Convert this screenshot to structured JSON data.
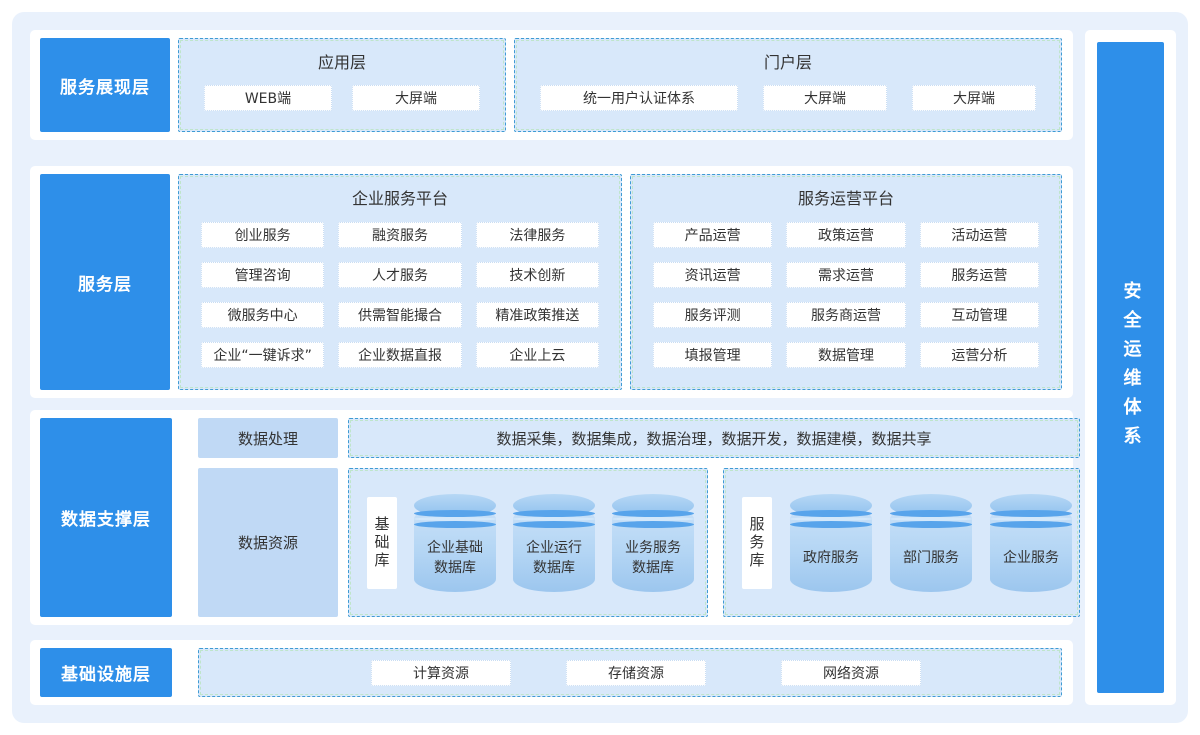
{
  "colors": {
    "accent_blue": "#2e8fe9",
    "panel_bg": "#e9f1fc",
    "dashed_border_blue": "#3f9bd4",
    "dashed_border_green": "#bfe5cb",
    "dashed_fill": "#d8e8fa",
    "sub_fill": "#c0d9f5",
    "cylinder_band": "#58a4eb"
  },
  "presentation": {
    "label": "服务展现层",
    "groups": [
      {
        "title": "应用层",
        "items": [
          "WEB端",
          "大屏端"
        ]
      },
      {
        "title": "门户层",
        "items": [
          "统一用户认证体系",
          "大屏端",
          "大屏端"
        ]
      }
    ]
  },
  "service": {
    "label": "服务层",
    "platforms": [
      {
        "title": "企业服务平台",
        "items": [
          "创业服务",
          "融资服务",
          "法律服务",
          "管理咨询",
          "人才服务",
          "技术创新",
          "微服务中心",
          "供需智能撮合",
          "精准政策推送",
          "企业“一键诉求”",
          "企业数据直报",
          "企业上云"
        ]
      },
      {
        "title": "服务运营平台",
        "items": [
          "产品运营",
          "政策运营",
          "活动运营",
          "资讯运营",
          "需求运营",
          "服务运营",
          "服务评测",
          "服务商运营",
          "互动管理",
          "填报管理",
          "数据管理",
          "运营分析"
        ]
      }
    ]
  },
  "data_support": {
    "label": "数据支撑层",
    "processing": "数据处理",
    "resource": "数据资源",
    "pipeline": "数据采集，数据集成，数据治理，数据开发，数据建模，数据共享",
    "base_group": {
      "label": "基础库",
      "dbs": [
        "企业基础\n数据库",
        "企业运行\n数据库",
        "业务服务\n数据库"
      ]
    },
    "service_group": {
      "label": "服务库",
      "dbs": [
        "政府服务",
        "部门服务",
        "企业服务"
      ]
    }
  },
  "infrastructure": {
    "label": "基础设施层",
    "items": [
      "计算资源",
      "存储资源",
      "网络资源"
    ]
  },
  "security": {
    "label": "安全运维体系"
  }
}
